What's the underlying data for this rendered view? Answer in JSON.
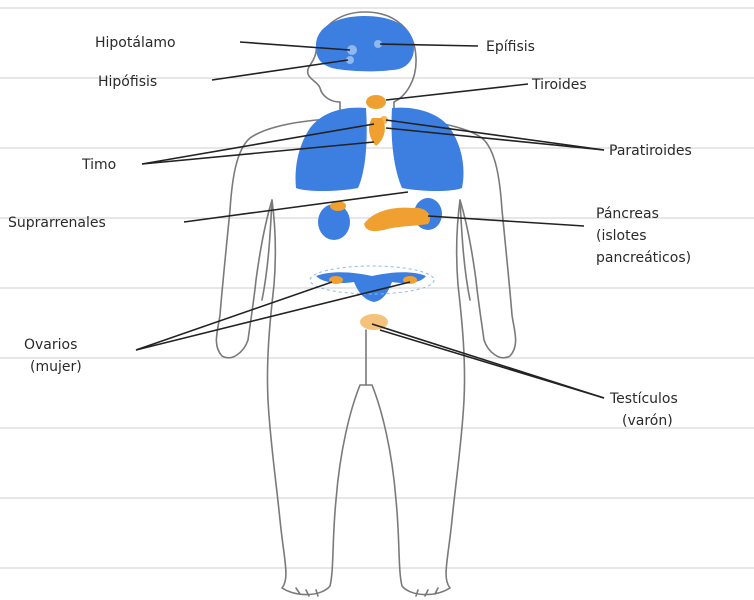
{
  "labels": {
    "hipotalamo": "Hipotálamo",
    "hipofisis": "Hipófisis",
    "epifisis": "Epífisis",
    "tiroides": "Tiroides",
    "timo": "Timo",
    "paratiroides": "Paratiroides",
    "suprarrenales": "Suprarrenales",
    "pancreas_1": "Páncreas",
    "pancreas_2": "(islotes",
    "pancreas_3": "pancreáticos)",
    "ovarios_1": "Ovarios",
    "ovarios_2": "(mujer)",
    "testiculos_1": "Testículos",
    "testiculos_2": "(varón)"
  },
  "colors": {
    "organ_blue": "#3d7fe0",
    "gland_orange": "#f0a030",
    "outline": "#7a7a7a",
    "leader": "#222222",
    "rule": "#c8c8c8"
  }
}
